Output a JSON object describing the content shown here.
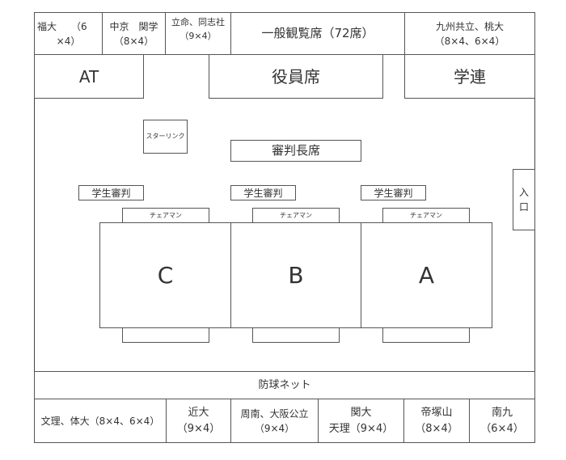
{
  "top_row": {
    "fukudai": {
      "line1": "福大　　（6",
      "line2": "×4）"
    },
    "chukyo": {
      "line1": "中京　関学",
      "line2": "（8×4）"
    },
    "ritsumei": {
      "line1": "立命、同志社",
      "line2": "（9×4）"
    },
    "general": "一般観覧席（72席）",
    "kyushu": {
      "line1": "九州共立、桃大",
      "line2": "（8×4、6×4）"
    }
  },
  "second_row": {
    "at": "AT",
    "officials": "役員席",
    "gakuren": "学連"
  },
  "star_link": "スターリンク",
  "head_referee": "審判長席",
  "entrance": {
    "line1": "入",
    "line2": "口"
  },
  "student_referee": "学生審判",
  "chairman": "チェアマン",
  "courts": [
    "C",
    "B",
    "A"
  ],
  "net": "防球ネット",
  "bottom_row": [
    {
      "line1": "文理、体大（8×4、6×4）",
      "line2": ""
    },
    {
      "line1": "近大",
      "line2": "（9×4）"
    },
    {
      "line1": "周南、大阪公立",
      "line2": "（9×4）"
    },
    {
      "line1": "関大",
      "line2": "天理（9×4）"
    },
    {
      "line1": "帝塚山",
      "line2": "（8×4）"
    },
    {
      "line1": "南九",
      "line2": "（6×4）"
    }
  ]
}
